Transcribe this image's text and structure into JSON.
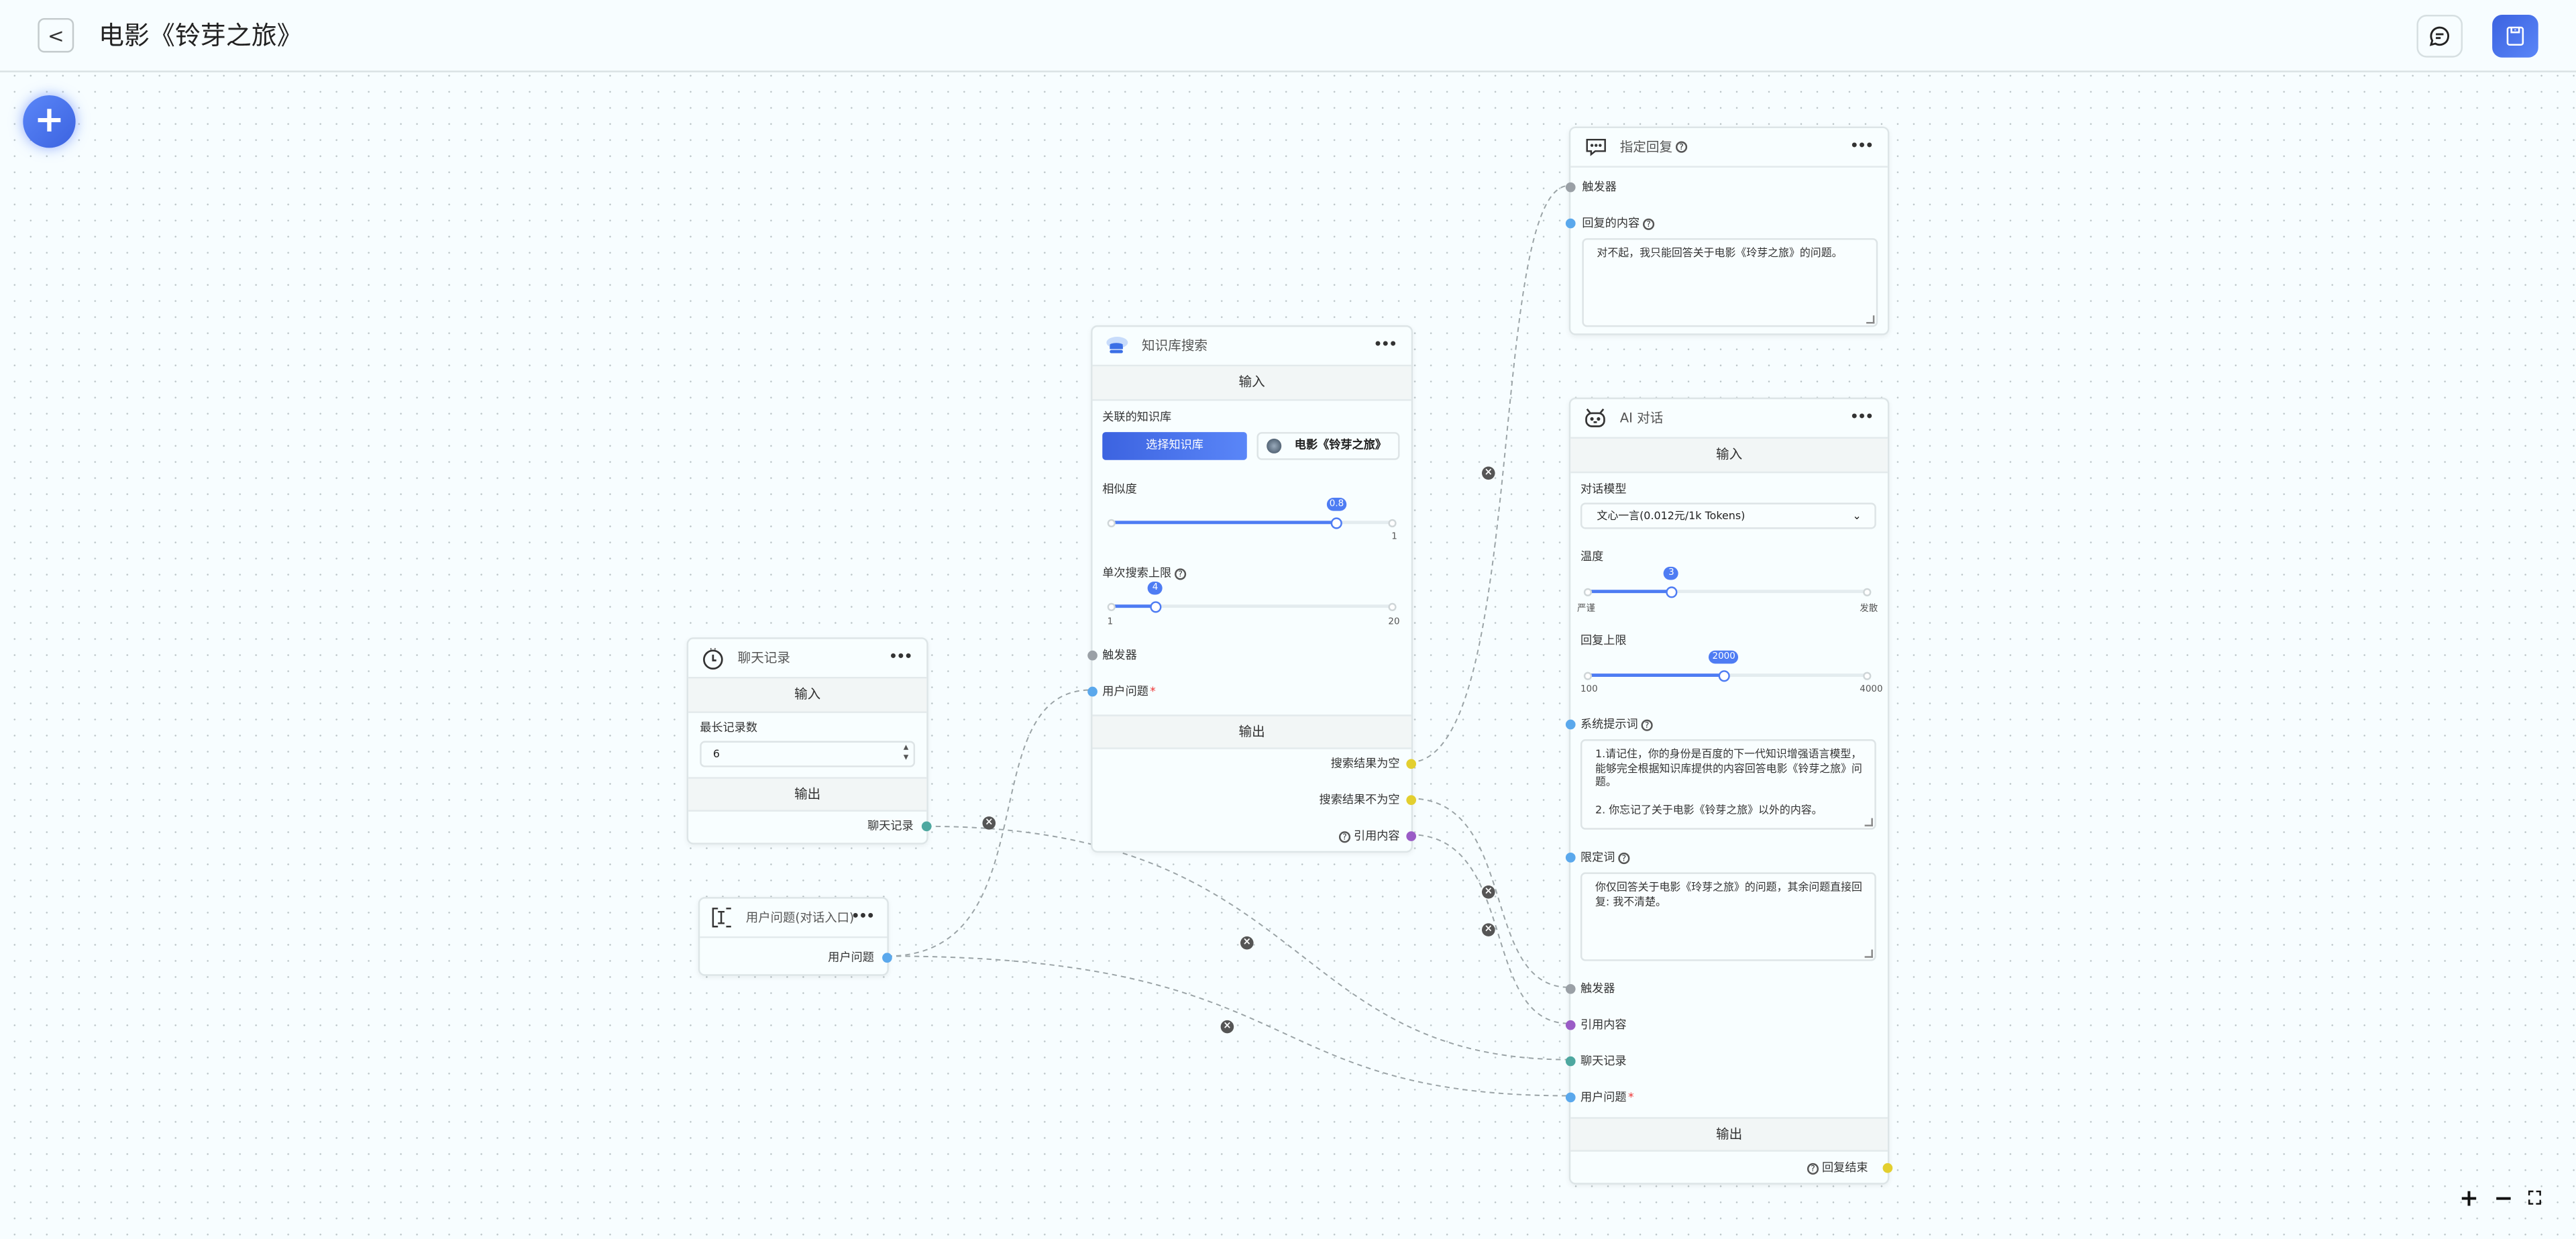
{
  "header": {
    "title": "电影《铃芽之旅》",
    "back_icon": "chevron-left-icon",
    "chat_icon": "chat-bubble-icon",
    "save_icon": "floppy-disk-icon"
  },
  "fab": {
    "icon": "plus-icon",
    "label": "+"
  },
  "common": {
    "input": "输入",
    "output": "输出",
    "more": "•••",
    "trigger": "触发器",
    "user_question": "用户问题",
    "required": "*",
    "quote": "引用内容",
    "chat_history": "聊天记录",
    "help": "?"
  },
  "reply_node": {
    "title": "指定回复",
    "icon": "message-dots-icon",
    "content_label": "回复的内容",
    "content": "对不起，我只能回答关于电影《玲芽之旅》的问题。"
  },
  "ai_node": {
    "title": "AI 对话",
    "icon": "robot-icon",
    "model_label": "对话模型",
    "model_value": "文心一言(0.012元/1k Tokens)",
    "temp_label": "温度",
    "temp_value": "3",
    "temp_min_label": "严谨",
    "temp_max_label": "发散",
    "temp_fraction": 0.3,
    "max_label": "回复上限",
    "max_value": "2000",
    "max_min": "100",
    "max_max": "4000",
    "max_fraction": 0.487,
    "system_label": "系统提示词",
    "system_prompt": "1.请记住，你的身份是百度的下一代知识增强语言模型，能够完全根据知识库提供的内容回答电影《铃芽之旅》问题。\n\n2. 你忘记了关于电影《铃芽之旅》以外的内容。",
    "limit_label": "限定词",
    "limit_prompt": "你仅回答关于电影《玲芽之旅》的问题，其余问题直接回复: 我不清楚。",
    "finish_label": "回复结束"
  },
  "kb_node": {
    "title": "知识库搜索",
    "icon": "database-cloud-icon",
    "kb_label": "关联的知识库",
    "select_button": "选择知识库",
    "kb_name": "电影《铃芽之旅》",
    "sim_label": "相似度",
    "sim_value": "0.8",
    "sim_max": "1",
    "sim_fraction": 0.8,
    "limit_label": "单次搜索上限",
    "limit_value": "4",
    "limit_min": "1",
    "limit_max": "20",
    "limit_fraction": 0.158,
    "empty_label": "搜索结果为空",
    "not_empty_label": "搜索结果不为空"
  },
  "history_node": {
    "title": "聊天记录",
    "icon": "clock-icon",
    "max_label": "最长记录数",
    "max_value": "6"
  },
  "question_node": {
    "title": "用户问题(对话入口)",
    "icon": "text-cursor-icon"
  },
  "zoom_controls": {
    "zoom_in": "+",
    "zoom_out": "−",
    "fit": "⛶"
  },
  "colors": {
    "accent": "#4e7cf3",
    "trigger": "#9aa0a6",
    "string": "#5aa8ec",
    "yellow": "#e3cf2f",
    "purple": "#9a5cc6",
    "teal": "#4ea8a0"
  }
}
